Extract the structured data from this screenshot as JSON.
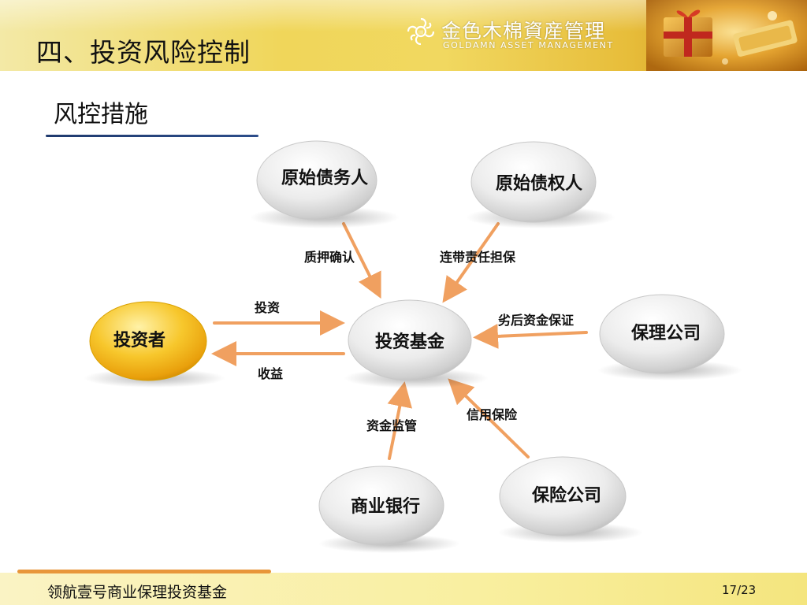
{
  "header": {
    "title": "四、投资风险控制",
    "logo_cn": "金色木棉資産管理",
    "logo_en": "GOLDAMN ASSET MANAGEMENT"
  },
  "section": {
    "title": "风控措施"
  },
  "diagram": {
    "nodes": {
      "debtor": "原始债务人",
      "creditor": "原始债权人",
      "investor": "投资者",
      "fund": "投资基金",
      "factoring": "保理公司",
      "bank": "商业银行",
      "insurance": "保险公司"
    },
    "edges": {
      "pledge": "质押确认",
      "guarantee": "连带责任担保",
      "invest": "投资",
      "income": "收益",
      "subordinated": "劣后资金保证",
      "supervision": "资金监管",
      "credit_insurance": "信用保险"
    }
  },
  "footer": {
    "title": "领航壹号商业保理投资基金",
    "page": "17/23"
  },
  "colors": {
    "arrow": "#f0a060",
    "investor_fill": "#f2b81c",
    "node_fill": "#e6e6e6",
    "section_rule": "#1f3a6e"
  }
}
